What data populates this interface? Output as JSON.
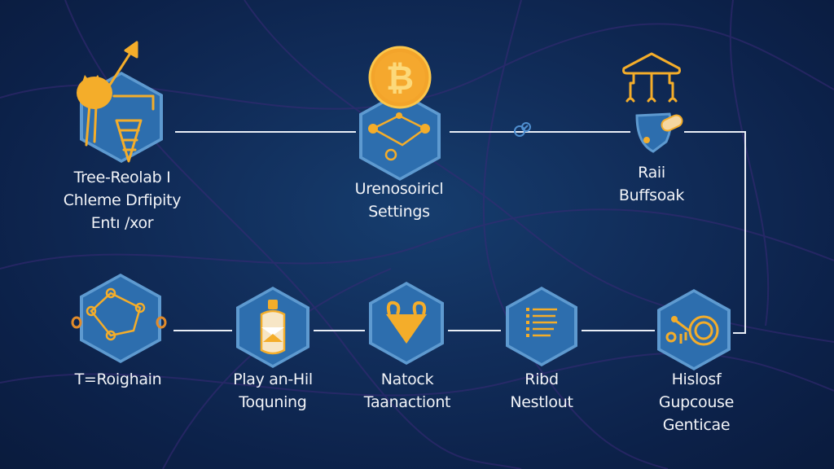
{
  "diagram": {
    "theme": {
      "background": "#112d5a",
      "hex_fill": "#2d6eae",
      "hex_border": "#5e9ad0",
      "icon_accent": "#f4ad2a",
      "connector": "#e9eef6",
      "text": "#f2f4f8"
    },
    "nodes": [
      {
        "id": "n1",
        "icon": "certificate-arrow-icon",
        "lines": [
          "Tree-Reolab I",
          "Chleme Drfipity",
          "Entı /xor"
        ]
      },
      {
        "id": "n2",
        "icon": "bitcoin-network-icon",
        "lines": [
          "Urenosoiricl",
          "Settings"
        ]
      },
      {
        "id": "n3",
        "icon": "bank-shield-icon",
        "lines": [
          "Raii",
          "Buffsoak"
        ]
      },
      {
        "id": "n4",
        "icon": "chain-network-icon",
        "lines": [
          "T=Roighain"
        ]
      },
      {
        "id": "n5",
        "icon": "bottle-icon",
        "lines": [
          "Play an-Hil",
          "Toquning"
        ]
      },
      {
        "id": "n6",
        "icon": "funnel-icon",
        "lines": [
          "Natock",
          "Taanactiont"
        ]
      },
      {
        "id": "n7",
        "icon": "list-document-icon",
        "lines": [
          "Ribd",
          "Nestlout"
        ]
      },
      {
        "id": "n8",
        "icon": "key-coin-icon",
        "lines": [
          "Hislosf",
          "Gupcouse",
          "Genticae"
        ]
      }
    ],
    "edges": [
      [
        "n1",
        "n2"
      ],
      [
        "n2",
        "n3"
      ],
      [
        "n3",
        "n8"
      ],
      [
        "n4",
        "n5"
      ],
      [
        "n5",
        "n6"
      ],
      [
        "n6",
        "n7"
      ],
      [
        "n7",
        "n8"
      ]
    ]
  }
}
